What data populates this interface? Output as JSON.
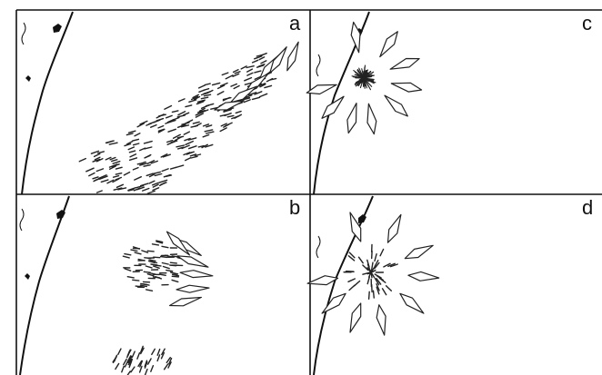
{
  "panels": [
    {
      "label": "a"
    },
    {
      "label": "b"
    },
    {
      "label": "c"
    },
    {
      "label": "d"
    }
  ],
  "colors": {
    "ink": "#111111",
    "paper": "#ffffff"
  }
}
